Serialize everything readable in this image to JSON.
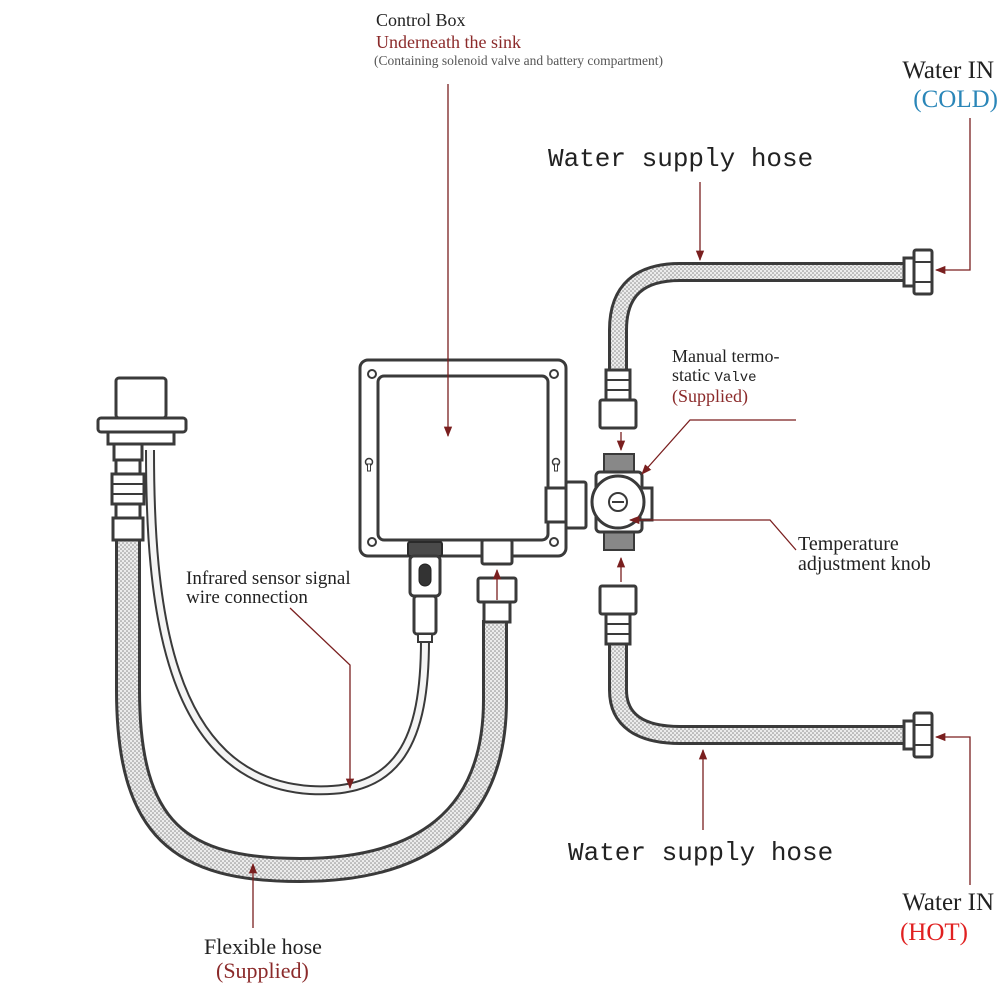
{
  "colors": {
    "line": "#3a3a3a",
    "leader": "#7a1f1f",
    "label": "#222222",
    "accent_red": "#8b2a2a",
    "cold_blue": "#2a86b8",
    "hot_red": "#e02020",
    "note_gray": "#555555"
  },
  "labels": {
    "control_box": {
      "title": "Control Box",
      "location": "Underneath the sink",
      "note": "(Containing solenoid valve and battery compartment)"
    },
    "water_in_cold": {
      "line1": "Water IN",
      "line2": "(COLD)"
    },
    "water_in_hot": {
      "line1": "Water IN",
      "line2": "(HOT)"
    },
    "supply_hose_top": "Water supply hose",
    "supply_hose_bottom": "Water supply hose",
    "valve": {
      "line1": "Manual termo-",
      "line2a": "static ",
      "line2b": "Valve",
      "line3": "(Supplied)"
    },
    "knob": {
      "line1": "Temperature",
      "line2": "adjustment knob"
    },
    "sensor": {
      "line1": "Infrared sensor signal",
      "line2": "wire connection"
    },
    "flex_hose": {
      "line1": "Flexible hose",
      "line2": "(Supplied)"
    }
  },
  "icons": [
    "leader-arrow-icon",
    "screw-icon",
    "keyhole-icon",
    "nut-icon"
  ]
}
